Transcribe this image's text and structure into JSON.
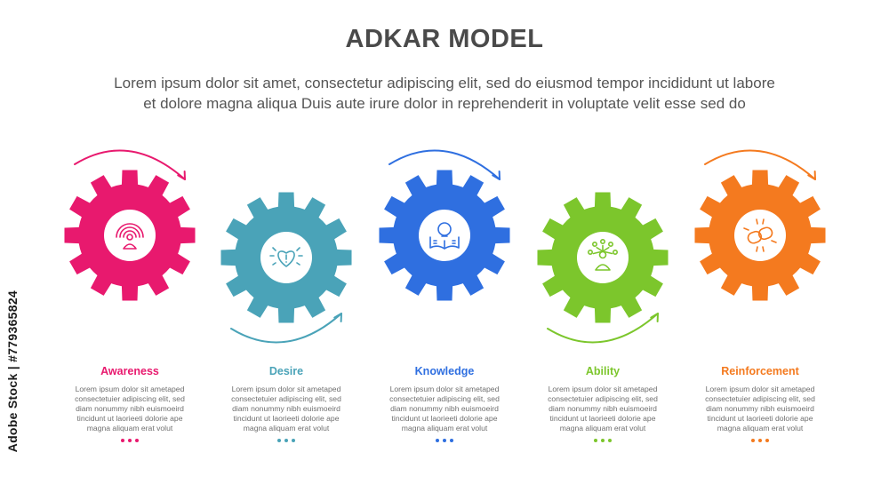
{
  "title": "ADKAR MODEL",
  "subtitle_lines": [
    "Lorem ipsum dolor sit amet, consectetur adipiscing elit, sed do eiusmod tempor incididunt ut labore",
    "et dolore magna aliqua Duis aute irure dolor in reprehenderit in voluptate velit esse sed do"
  ],
  "watermark": "Adobe Stock | #779365824",
  "steps": [
    {
      "label": "Awareness",
      "color": "#e8196e",
      "icon": "signal-person-icon",
      "arrow": "top",
      "desc": [
        "Lorem ipsum dolor sit ametaped",
        "consectetuier adipiscing elit, sed",
        "diam nonummy nibh euismoeird",
        "tincidunt ut laorieeti dolorie ape",
        "magna aliquam erat volut"
      ]
    },
    {
      "label": "Desire",
      "color": "#4aa3b8",
      "icon": "heart-icon",
      "arrow": "bottom",
      "desc": [
        "Lorem ipsum dolor sit ametaped",
        "consectetuier adipiscing elit, sed",
        "diam nonummy nibh euismoeird",
        "tincidunt ut laorieeti dolorie ape",
        "magna aliquam erat volut"
      ]
    },
    {
      "label": "Knowledge",
      "color": "#2f6fe0",
      "icon": "book-lightbulb-icon",
      "arrow": "top",
      "desc": [
        "Lorem ipsum dolor sit ametaped",
        "consectetuier adipiscing elit, sed",
        "diam nonummy nibh euismoeird",
        "tincidunt ut laorieeti dolorie ape",
        "magna aliquam erat volut"
      ]
    },
    {
      "label": "Ability",
      "color": "#7cc62c",
      "icon": "network-person-icon",
      "arrow": "bottom",
      "desc": [
        "Lorem ipsum dolor sit ametaped",
        "consectetuier adipiscing elit, sed",
        "diam nonummy nibh euismoeird",
        "tincidunt ut laorieeti dolorie ape",
        "magna aliquam erat volut"
      ]
    },
    {
      "label": "Reinforcement",
      "color": "#f47a1f",
      "icon": "chain-link-icon",
      "arrow": "top",
      "desc": [
        "Lorem ipsum dolor sit ametaped",
        "consectetuier adipiscing elit, sed",
        "diam nonummy nibh euismoeird",
        "tincidunt ut laorieeti dolorie ape",
        "magna aliquam erat volut"
      ]
    }
  ]
}
